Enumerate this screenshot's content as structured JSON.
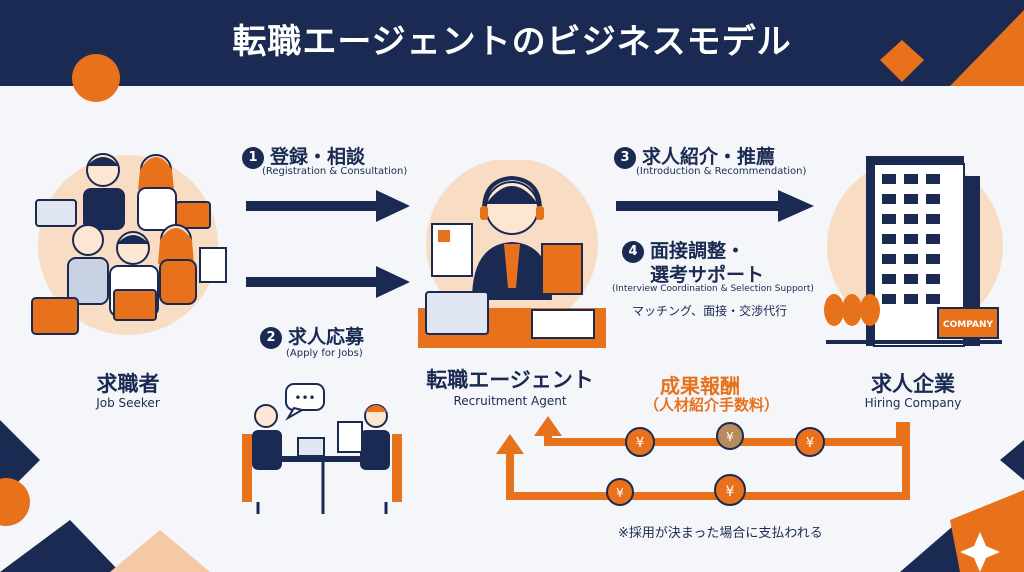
{
  "title": "転職エージェントのビジネスモデル",
  "steps": {
    "s1": {
      "num": "1",
      "label": "登録・相談",
      "en": "(Registration & Consultation)"
    },
    "s2": {
      "num": "2",
      "label": "求人応募",
      "en": "(Apply for Jobs)"
    },
    "s3": {
      "num": "3",
      "label": "求人紹介・推薦",
      "en": "(Introduction & Recommendation)"
    },
    "s4": {
      "num": "4",
      "label_line1": "面接調整・",
      "label_line2": "選考サポート",
      "en": "(Interview Coordination & Selection Support)",
      "detail": "マッチング、面接・交渉代行"
    }
  },
  "roles": {
    "seeker": {
      "jp": "求職者",
      "en": "Job Seeker"
    },
    "agent": {
      "jp": "転職エージェント",
      "en": "Recruitment Agent"
    },
    "company": {
      "jp": "求人企業",
      "en": "Hiring Company",
      "sign": "COMPANY"
    }
  },
  "fee": {
    "jp": "成果報酬",
    "detail": "（人材紹介手数料）",
    "note": "※採用が決まった場合に支払われる",
    "coin_symbol": "¥"
  },
  "bubble": "•••",
  "colors": {
    "navy": "#1b2a52",
    "orange": "#e8711c",
    "peach": "#f9dcc4"
  }
}
